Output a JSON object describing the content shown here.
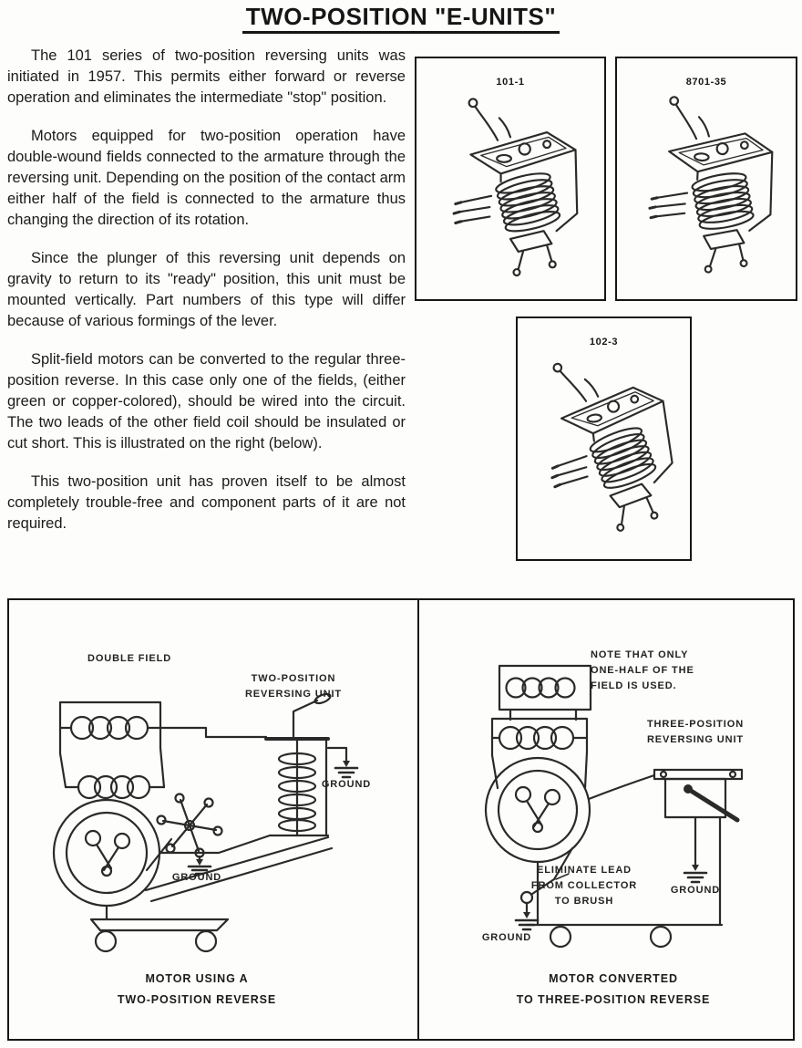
{
  "page": {
    "title": "TWO-POSITION \"E-UNITS\""
  },
  "article": {
    "paragraphs": [
      "The 101 series of two-position reversing units was initiated in 1957. This permits either forward or reverse operation and eliminates the intermediate \"stop\" position.",
      "Motors equipped for two-position operation have double-wound fields connected to the armature through the reversing unit. Depending on the position of the contact arm either half of the field is connected to the armature thus changing the direction of its rotation.",
      "Since the plunger of this reversing unit depends on gravity to return to its \"ready\" position, this unit must be mounted vertically. Part numbers of this type will differ because of various formings of the lever.",
      "Split-field motors can be converted to the regular three-position reverse. In this case only one of the fields, (either green or copper-colored), should be wired into the circuit. The two leads of the other field coil should be insulated or cut short. This is illustrated on the right (below).",
      "This two-position unit has proven itself to be almost completely trouble-free and component parts of it are not required."
    ]
  },
  "figures": {
    "units": [
      {
        "label": "101-1"
      },
      {
        "label": "8701-35"
      },
      {
        "label": "102-3"
      }
    ]
  },
  "diagram_left": {
    "double_field": "DOUBLE FIELD",
    "reversing_unit": "TWO-POSITION\nREVERSING UNIT",
    "ground_unit": "GROUND",
    "ground_star": "GROUND",
    "caption": "MOTOR USING A\nTWO-POSITION REVERSE"
  },
  "diagram_right": {
    "note": "NOTE THAT ONLY\nONE-HALF OF THE\nFIELD IS USED.",
    "reversing_unit": "THREE-POSITION\nREVERSING UNIT",
    "eliminate": "ELIMINATE LEAD\nFROM COLLECTOR\nTO BRUSH",
    "ground_unit": "GROUND",
    "ground_lead": "GROUND",
    "caption": "MOTOR CONVERTED\nTO THREE-POSITION REVERSE"
  }
}
